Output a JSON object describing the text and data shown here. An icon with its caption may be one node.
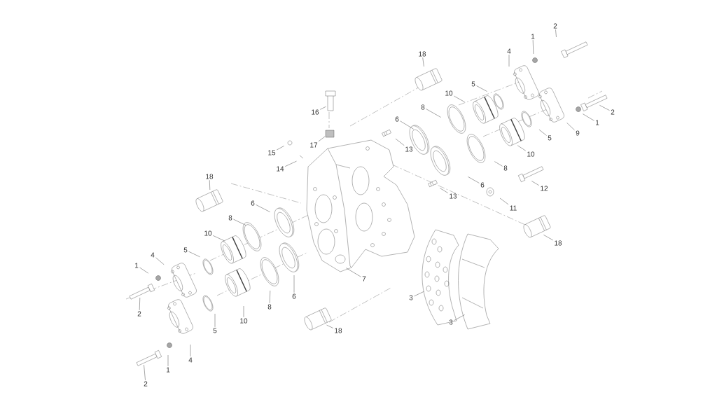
{
  "diagram": {
    "nodes": [
      {
        "text": [
          "2"
        ]
      },
      {
        "text": [
          "1"
        ]
      },
      {
        "text": [
          "4"
        ]
      },
      {
        "text": [
          "18"
        ]
      },
      {
        "text": [
          "5"
        ]
      },
      {
        "text": [
          "10"
        ]
      },
      {
        "text": [
          "8"
        ]
      },
      {
        "text": [
          "16"
        ]
      },
      {
        "text": [
          "2"
        ]
      },
      {
        "text": [
          "6"
        ]
      },
      {
        "text": [
          "1"
        ]
      },
      {
        "text": [
          "9"
        ]
      },
      {
        "text": [
          "5"
        ]
      },
      {
        "text": [
          "15"
        ]
      },
      {
        "text": [
          "17"
        ]
      },
      {
        "text": [
          "13"
        ]
      },
      {
        "text": [
          "10"
        ]
      },
      {
        "text": [
          "8"
        ]
      },
      {
        "text": [
          "14"
        ]
      },
      {
        "text": [
          "18"
        ]
      },
      {
        "text": [
          "6"
        ]
      },
      {
        "text": [
          "12"
        ]
      },
      {
        "text": [
          "13"
        ]
      },
      {
        "text": [
          "6"
        ]
      },
      {
        "text": [
          "11"
        ]
      },
      {
        "text": [
          "8"
        ]
      },
      {
        "text": [
          "10"
        ]
      },
      {
        "text": [
          "18"
        ]
      },
      {
        "text": [
          "5"
        ]
      },
      {
        "text": [
          "4"
        ]
      },
      {
        "text": [
          "1"
        ]
      },
      {
        "text": [
          "7"
        ]
      },
      {
        "text": [
          "6"
        ]
      },
      {
        "text": [
          "3"
        ]
      },
      {
        "text": [
          "8"
        ]
      },
      {
        "text": [
          "2"
        ]
      },
      {
        "text": [
          "10"
        ]
      },
      {
        "text": [
          "3"
        ]
      },
      {
        "text": [
          "5"
        ]
      },
      {
        "text": [
          "18"
        ]
      },
      {
        "text": [
          "4"
        ]
      },
      {
        "text": [
          "1"
        ]
      },
      {
        "text": [
          "2"
        ]
      }
    ],
    "edges": [
      {
        "from": 0,
        "to": null,
        "arrow": "none"
      },
      {
        "from": 1,
        "to": null,
        "arrow": "none"
      },
      {
        "from": 2,
        "to": null,
        "arrow": "none"
      },
      {
        "from": 3,
        "to": null,
        "arrow": "none"
      },
      {
        "from": 4,
        "to": null,
        "arrow": "none"
      },
      {
        "from": 5,
        "to": null,
        "arrow": "none"
      },
      {
        "from": 6,
        "to": null,
        "arrow": "none"
      },
      {
        "from": 7,
        "to": null,
        "arrow": "none"
      },
      {
        "from": 8,
        "to": null,
        "arrow": "none"
      },
      {
        "from": 9,
        "to": null,
        "arrow": "none"
      },
      {
        "from": 10,
        "to": null,
        "arrow": "none"
      },
      {
        "from": 11,
        "to": null,
        "arrow": "none"
      },
      {
        "from": 12,
        "to": null,
        "arrow": "none"
      },
      {
        "from": 13,
        "to": null,
        "arrow": "none"
      },
      {
        "from": 14,
        "to": null,
        "arrow": "none"
      },
      {
        "from": 15,
        "to": null,
        "arrow": "none"
      },
      {
        "from": 16,
        "to": null,
        "arrow": "none"
      },
      {
        "from": 17,
        "to": null,
        "arrow": "none"
      },
      {
        "from": 18,
        "to": null,
        "arrow": "none"
      },
      {
        "from": 19,
        "to": null,
        "arrow": "none"
      },
      {
        "from": 20,
        "to": null,
        "arrow": "none"
      },
      {
        "from": 21,
        "to": null,
        "arrow": "none"
      },
      {
        "from": 22,
        "to": null,
        "arrow": "none"
      },
      {
        "from": 23,
        "to": null,
        "arrow": "none"
      },
      {
        "from": 24,
        "to": null,
        "arrow": "none"
      },
      {
        "from": 25,
        "to": null,
        "arrow": "none"
      },
      {
        "from": 26,
        "to": null,
        "arrow": "none"
      },
      {
        "from": 27,
        "to": null,
        "arrow": "none"
      },
      {
        "from": 28,
        "to": null,
        "arrow": "none"
      },
      {
        "from": 29,
        "to": null,
        "arrow": "none"
      },
      {
        "from": 30,
        "to": null,
        "arrow": "none"
      },
      {
        "from": 31,
        "to": null,
        "arrow": "none"
      },
      {
        "from": 32,
        "to": null,
        "arrow": "none"
      },
      {
        "from": 33,
        "to": null,
        "arrow": "none"
      },
      {
        "from": 34,
        "to": null,
        "arrow": "none"
      },
      {
        "from": 35,
        "to": null,
        "arrow": "none"
      },
      {
        "from": 36,
        "to": null,
        "arrow": "none"
      },
      {
        "from": 37,
        "to": null,
        "arrow": "none"
      },
      {
        "from": 38,
        "to": null,
        "arrow": "none"
      },
      {
        "from": 39,
        "to": null,
        "arrow": "none"
      },
      {
        "from": 40,
        "to": null,
        "arrow": "none"
      },
      {
        "from": 41,
        "to": null,
        "arrow": "none"
      },
      {
        "from": 42,
        "to": null,
        "arrow": "none"
      }
    ]
  }
}
